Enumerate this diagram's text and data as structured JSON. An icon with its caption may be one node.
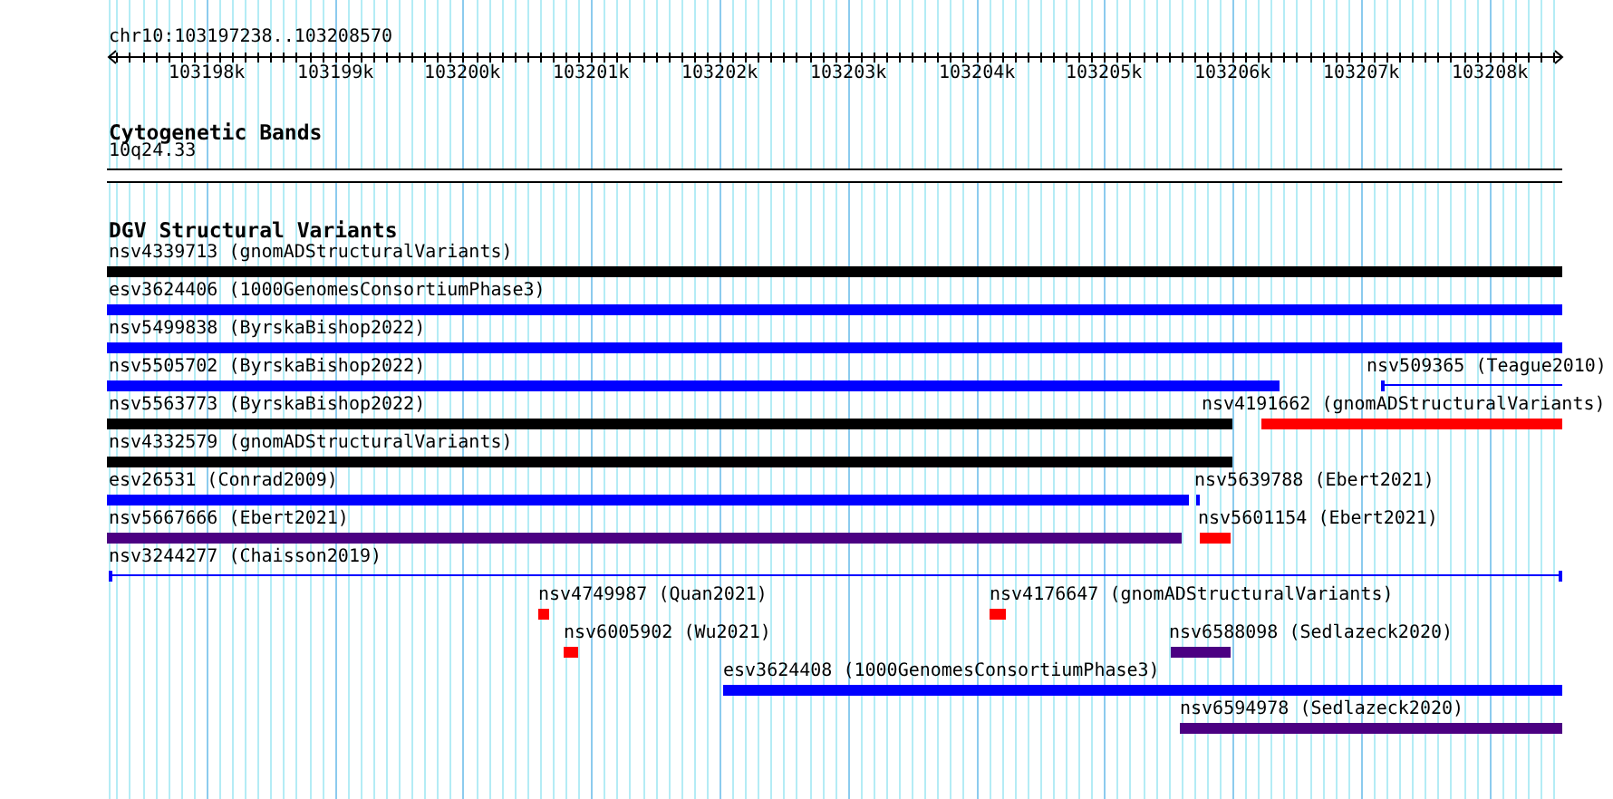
{
  "diagram": {
    "nodes": [
      {
        "text": [
          "10q24.33"
        ]
      },
      {
        "text": [
          "nsv4339713 (gnomADStructuralVariants)"
        ]
      },
      {
        "text": [
          "esv3624406 (1000GenomesConsortiumPhase3)"
        ]
      },
      {
        "text": [
          "nsv5499838 (ByrskaBishop2022)"
        ]
      },
      {
        "text": [
          "nsv5505702 (ByrskaBishop2022)"
        ]
      },
      {
        "text": [
          "nsv509365 (Teague2010)"
        ]
      },
      {
        "text": [
          "nsv5563773 (ByrskaBishop2022)"
        ]
      },
      {
        "text": [
          "nsv4191662 (gnomADStructuralVariants)"
        ]
      },
      {
        "text": [
          "nsv4332579 (gnomADStructuralVariants)"
        ]
      },
      {
        "text": [
          "esv26531 (Conrad2009)"
        ]
      },
      {
        "text": [
          "nsv5639788 (Ebert2021)"
        ]
      },
      {
        "text": [
          "nsv5667666 (Ebert2021)"
        ]
      },
      {
        "text": [
          "nsv5601154 (Ebert2021)"
        ]
      },
      {
        "text": [
          "nsv3244277 (Chaisson2019)"
        ]
      },
      {
        "text": [
          "nsv4749987 (Quan2021)"
        ]
      },
      {
        "text": [
          "nsv4176647 (gnomADStructuralVariants)"
        ]
      },
      {
        "text": [
          "nsv6005902 (Wu2021)"
        ]
      },
      {
        "text": [
          "nsv6588098 (Sedlazeck2020)"
        ]
      },
      {
        "text": [
          "esv3624408 (1000GenomesConsortiumPhase3)"
        ]
      },
      {
        "text": [
          "nsv6594978 (Sedlazeck2020)"
        ]
      }
    ],
    "labels": [
      "chr10:103197238..103208570",
      "103198k",
      "103199k",
      "103200k",
      "103201k",
      "103202k",
      "103203k",
      "103204k",
      "103205k",
      "103206k",
      "103207k",
      "103208k",
      "Cytogenetic Bands",
      "DGV Structural Variants"
    ]
  }
}
